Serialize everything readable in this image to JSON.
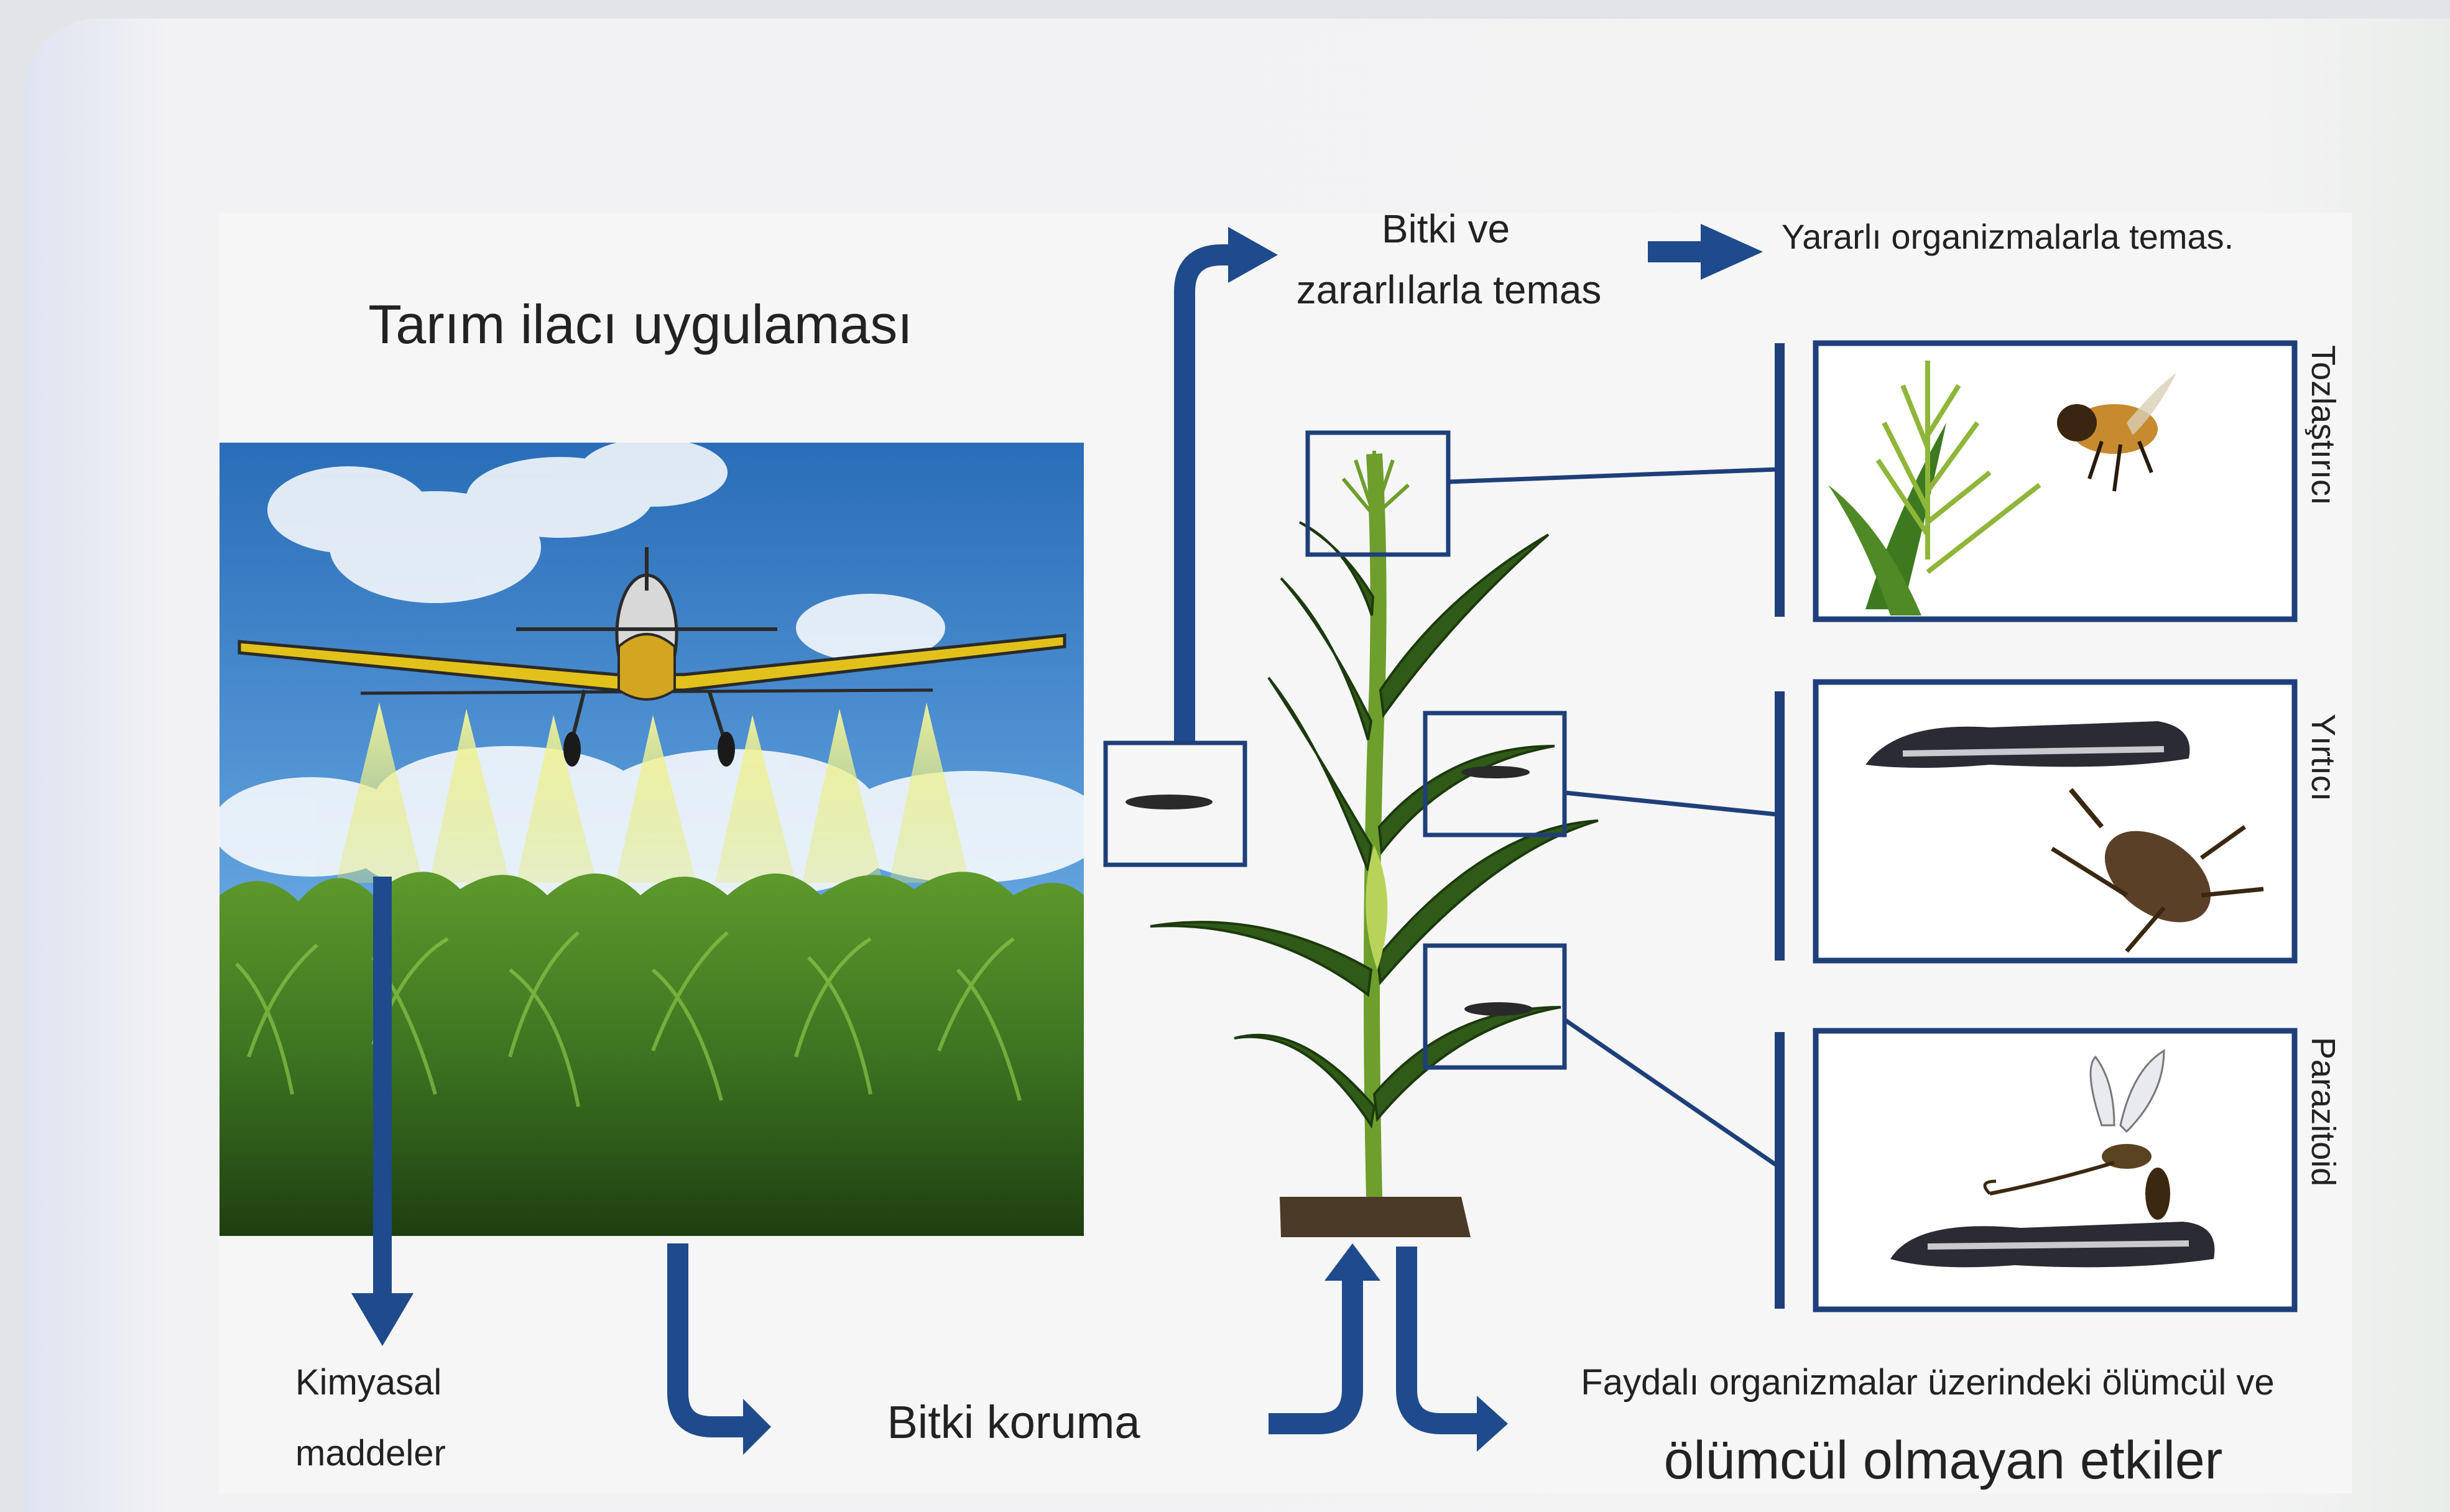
{
  "title": "Tarım ilacı uygulaması",
  "labels": {
    "contact_plant_line1": "Bitki ve",
    "contact_plant_line2": "zararlılarla temas",
    "contact_beneficial": "Yararlı organizmalarla temas.",
    "chemicals_line1": "Kimyasal",
    "chemicals_line2": "maddeler",
    "plant_protection": "Bitki koruma",
    "effects_line1": "Faydalı organizmalar üzerindeki ölümcül ve",
    "effects_line2": "ölümcül olmayan etkiler"
  },
  "organisms": [
    {
      "label": "Tozlaştırıcı",
      "icon": "bee-icon"
    },
    {
      "label": "Yırtıcı",
      "icon": "stink-bug-icon"
    },
    {
      "label": "Parazitoid",
      "icon": "wasp-icon"
    }
  ],
  "colors": {
    "arrow": "#1f4a8c",
    "box": "#1f3f7a",
    "text": "#222222",
    "sky": "#2f78c4",
    "leaf": "#2f5a17",
    "spray": "#e8ec7a"
  }
}
